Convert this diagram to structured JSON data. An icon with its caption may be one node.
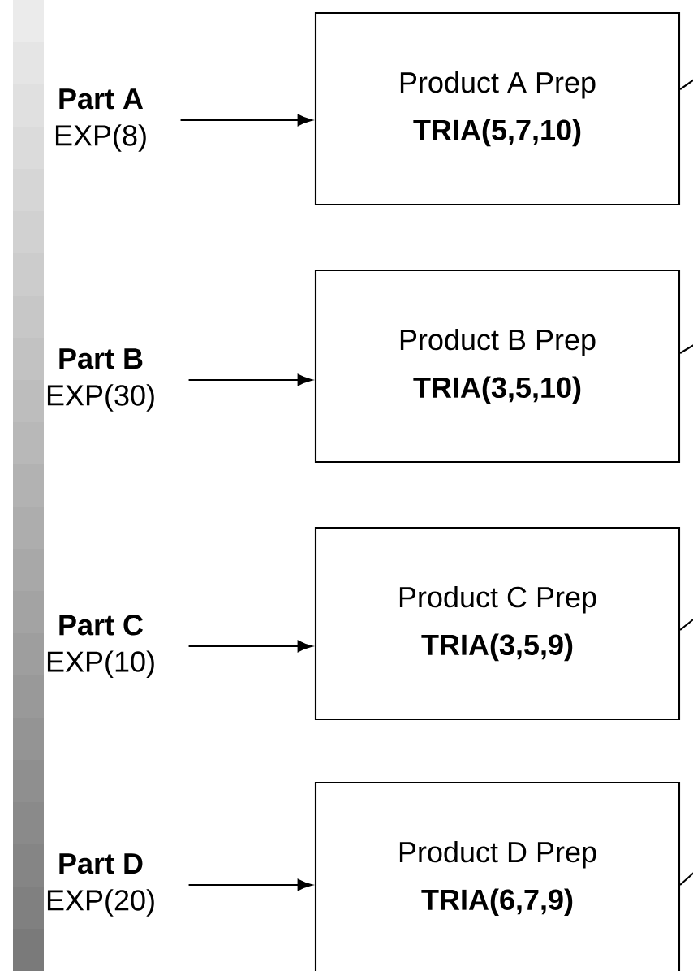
{
  "diagram": {
    "nodes": [
      {
        "text": [
          "Part A",
          "EXP(8)"
        ]
      },
      {
        "text": [
          "Product A Prep",
          "TRIA(5,7,10)"
        ]
      },
      {
        "text": [
          "Part B",
          "EXP(30)"
        ]
      },
      {
        "text": [
          "Product B Prep",
          "TRIA(3,5,10)"
        ]
      },
      {
        "text": [
          "Part C",
          "EXP(10)"
        ]
      },
      {
        "text": [
          "Product C Prep",
          "TRIA(3,5,9)"
        ]
      },
      {
        "text": [
          "Part D",
          "EXP(20)"
        ]
      },
      {
        "text": [
          "Product D Prep",
          "TRIA(6,7,9)"
        ]
      }
    ],
    "edges": [
      {
        "from": 0,
        "to": 1,
        "arrow": "to"
      },
      {
        "from": 1,
        "to": null,
        "arrow": "none"
      },
      {
        "from": 2,
        "to": 3,
        "arrow": "to"
      },
      {
        "from": 3,
        "to": null,
        "arrow": "none"
      },
      {
        "from": 4,
        "to": 5,
        "arrow": "to"
      },
      {
        "from": 5,
        "to": null,
        "arrow": "none"
      },
      {
        "from": 6,
        "to": 7,
        "arrow": "to"
      },
      {
        "from": 7,
        "to": null,
        "arrow": "none"
      }
    ]
  }
}
